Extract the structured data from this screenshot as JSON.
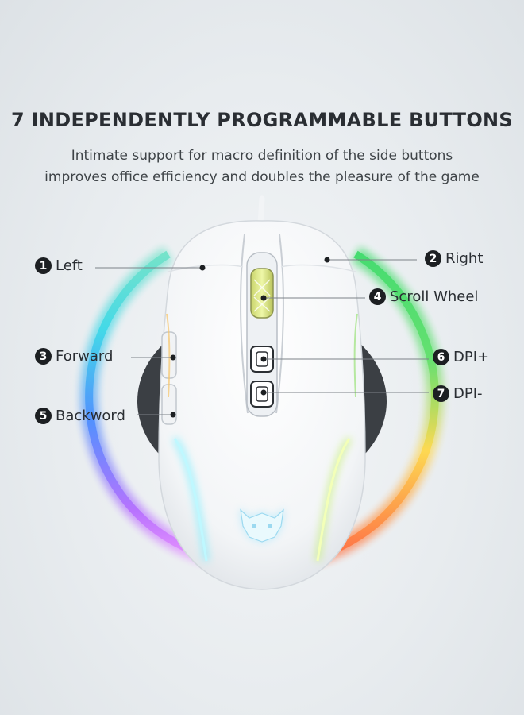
{
  "header": {
    "title": "7 INDEPENDENTLY PROGRAMMABLE BUTTONS",
    "subtitle_line1": "Intimate support for macro definition of the side buttons",
    "subtitle_line2": "improves office efficiency and doubles the pleasure of the game"
  },
  "callouts": [
    {
      "number": "1",
      "label": "Left"
    },
    {
      "number": "2",
      "label": "Right"
    },
    {
      "number": "3",
      "label": "Forward"
    },
    {
      "number": "4",
      "label": "Scroll Wheel"
    },
    {
      "number": "5",
      "label": "Backword"
    },
    {
      "number": "6",
      "label": "DPI+"
    },
    {
      "number": "7",
      "label": "DPI-"
    }
  ],
  "product": {
    "mouse_color": "#ffffff",
    "led_colors": [
      "#ff7a3d",
      "#ffd84a",
      "#5fe06a",
      "#3bd8e8",
      "#4a8cff",
      "#b56cff"
    ],
    "pad_color": "#3b3f44"
  }
}
